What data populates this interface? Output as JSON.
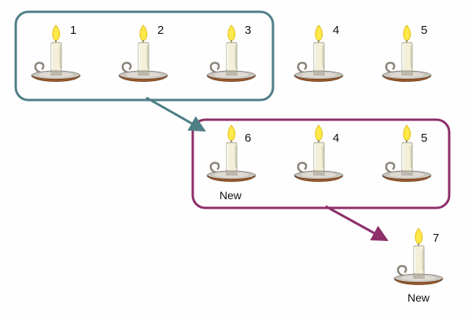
{
  "colors": {
    "group1": "#4f7f86",
    "group2": "#8e2f6a",
    "dish": "#9a5a2b",
    "dish_rim": "#c9c6bf",
    "candle": "#f3efd9",
    "flame": "#ffe84a"
  },
  "candles": [
    {
      "id": "c1",
      "label": "1"
    },
    {
      "id": "c2",
      "label": "2"
    },
    {
      "id": "c3",
      "label": "3"
    },
    {
      "id": "c4a",
      "label": "4"
    },
    {
      "id": "c5a",
      "label": "5"
    },
    {
      "id": "c6",
      "label": "6",
      "note": "New"
    },
    {
      "id": "c4b",
      "label": "4"
    },
    {
      "id": "c5b",
      "label": "5"
    },
    {
      "id": "c7",
      "label": "7",
      "note": "New"
    }
  ]
}
